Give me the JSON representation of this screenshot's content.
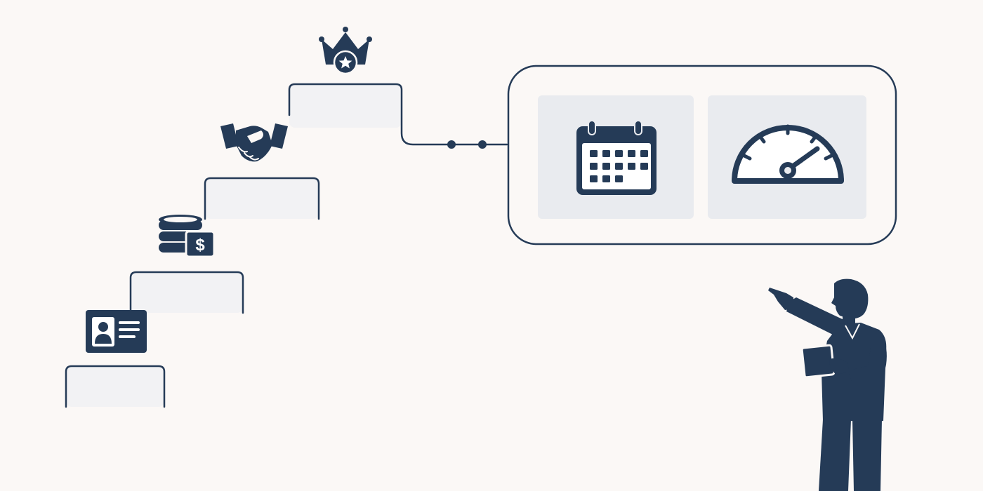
{
  "colors": {
    "background": "#fbf8f6",
    "ink": "#253b57",
    "step_fill": "#f2f2f4",
    "tile_fill": "#e9ebef",
    "panel_fill": "#fbf8f6"
  },
  "steps": [
    {
      "level": 1,
      "icon": "id-card-icon"
    },
    {
      "level": 2,
      "icon": "coins-dollar-icon"
    },
    {
      "level": 3,
      "icon": "handshake-icon"
    },
    {
      "level": 4,
      "icon": "crown-star-icon"
    }
  ],
  "connector": {
    "dots": 2
  },
  "panel": {
    "tiles": [
      {
        "icon": "calendar-icon"
      },
      {
        "icon": "speedometer-icon"
      }
    ]
  },
  "figure": {
    "icon": "presenter-pointing-icon",
    "holding": "tablet-icon"
  }
}
